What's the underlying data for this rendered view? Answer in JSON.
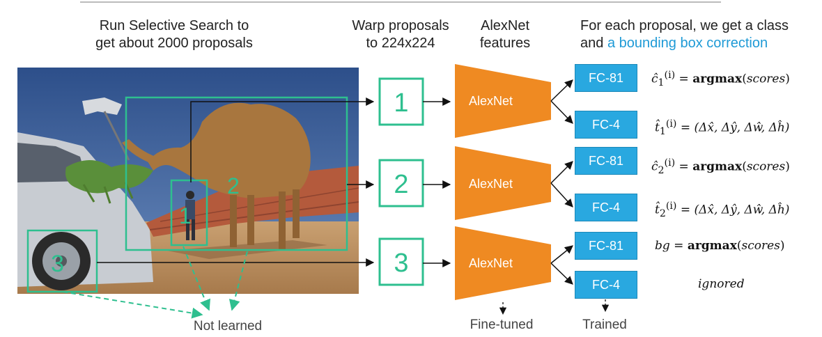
{
  "titles": {
    "selective_search": [
      "Run Selective Search to",
      "get about 2000 proposals"
    ],
    "warp": [
      "Warp proposals",
      "to 224x224"
    ],
    "alexnet": [
      "AlexNet",
      "features"
    ],
    "output_line1": "For each proposal, we get a class",
    "output_line2_prefix": "and ",
    "output_line2_highlight": "a bounding box correction"
  },
  "footers": {
    "not_learned": "Not learned",
    "fine_tuned": "Fine-tuned",
    "trained": "Trained"
  },
  "proposals": [
    {
      "number": "1",
      "network": "AlexNet",
      "fc_class": "FC-81",
      "fc_box": "FC-4"
    },
    {
      "number": "2",
      "network": "AlexNet",
      "fc_class": "FC-81",
      "fc_box": "FC-4"
    },
    {
      "number": "3",
      "network": "AlexNet",
      "fc_class": "FC-81",
      "fc_box": "FC-4"
    }
  ],
  "photo_labels": [
    "1",
    "2",
    "3"
  ],
  "equations": {
    "c1": {
      "lhs": "ĉ",
      "sub": "1",
      "sup": "(i)",
      "eq": " = ",
      "fn": "argmax",
      "arg": "scores"
    },
    "t1": {
      "lhs": "t̂",
      "sub": "1",
      "sup": "(i)",
      "eq": " = ",
      "rhs": "(Δx̂, Δŷ, Δŵ, Δĥ)"
    },
    "c2": {
      "lhs": "ĉ",
      "sub": "2",
      "sup": "(i)",
      "eq": " = ",
      "fn": "argmax",
      "arg": "scores"
    },
    "t2": {
      "lhs": "t̂",
      "sub": "2",
      "sup": "(i)",
      "eq": " = ",
      "rhs": "(Δx̂, Δŷ, Δŵ, Δĥ)"
    },
    "bg": {
      "lhs": "bg",
      "eq": " = ",
      "fn": "argmax",
      "arg": "scores"
    },
    "ignored": "ignored"
  },
  "colors": {
    "proposal_green": "#2ebf8f",
    "alexnet_orange": "#ef8a22",
    "fc_blue": "#29a8e0",
    "highlight_blue": "#1e9ad6"
  }
}
